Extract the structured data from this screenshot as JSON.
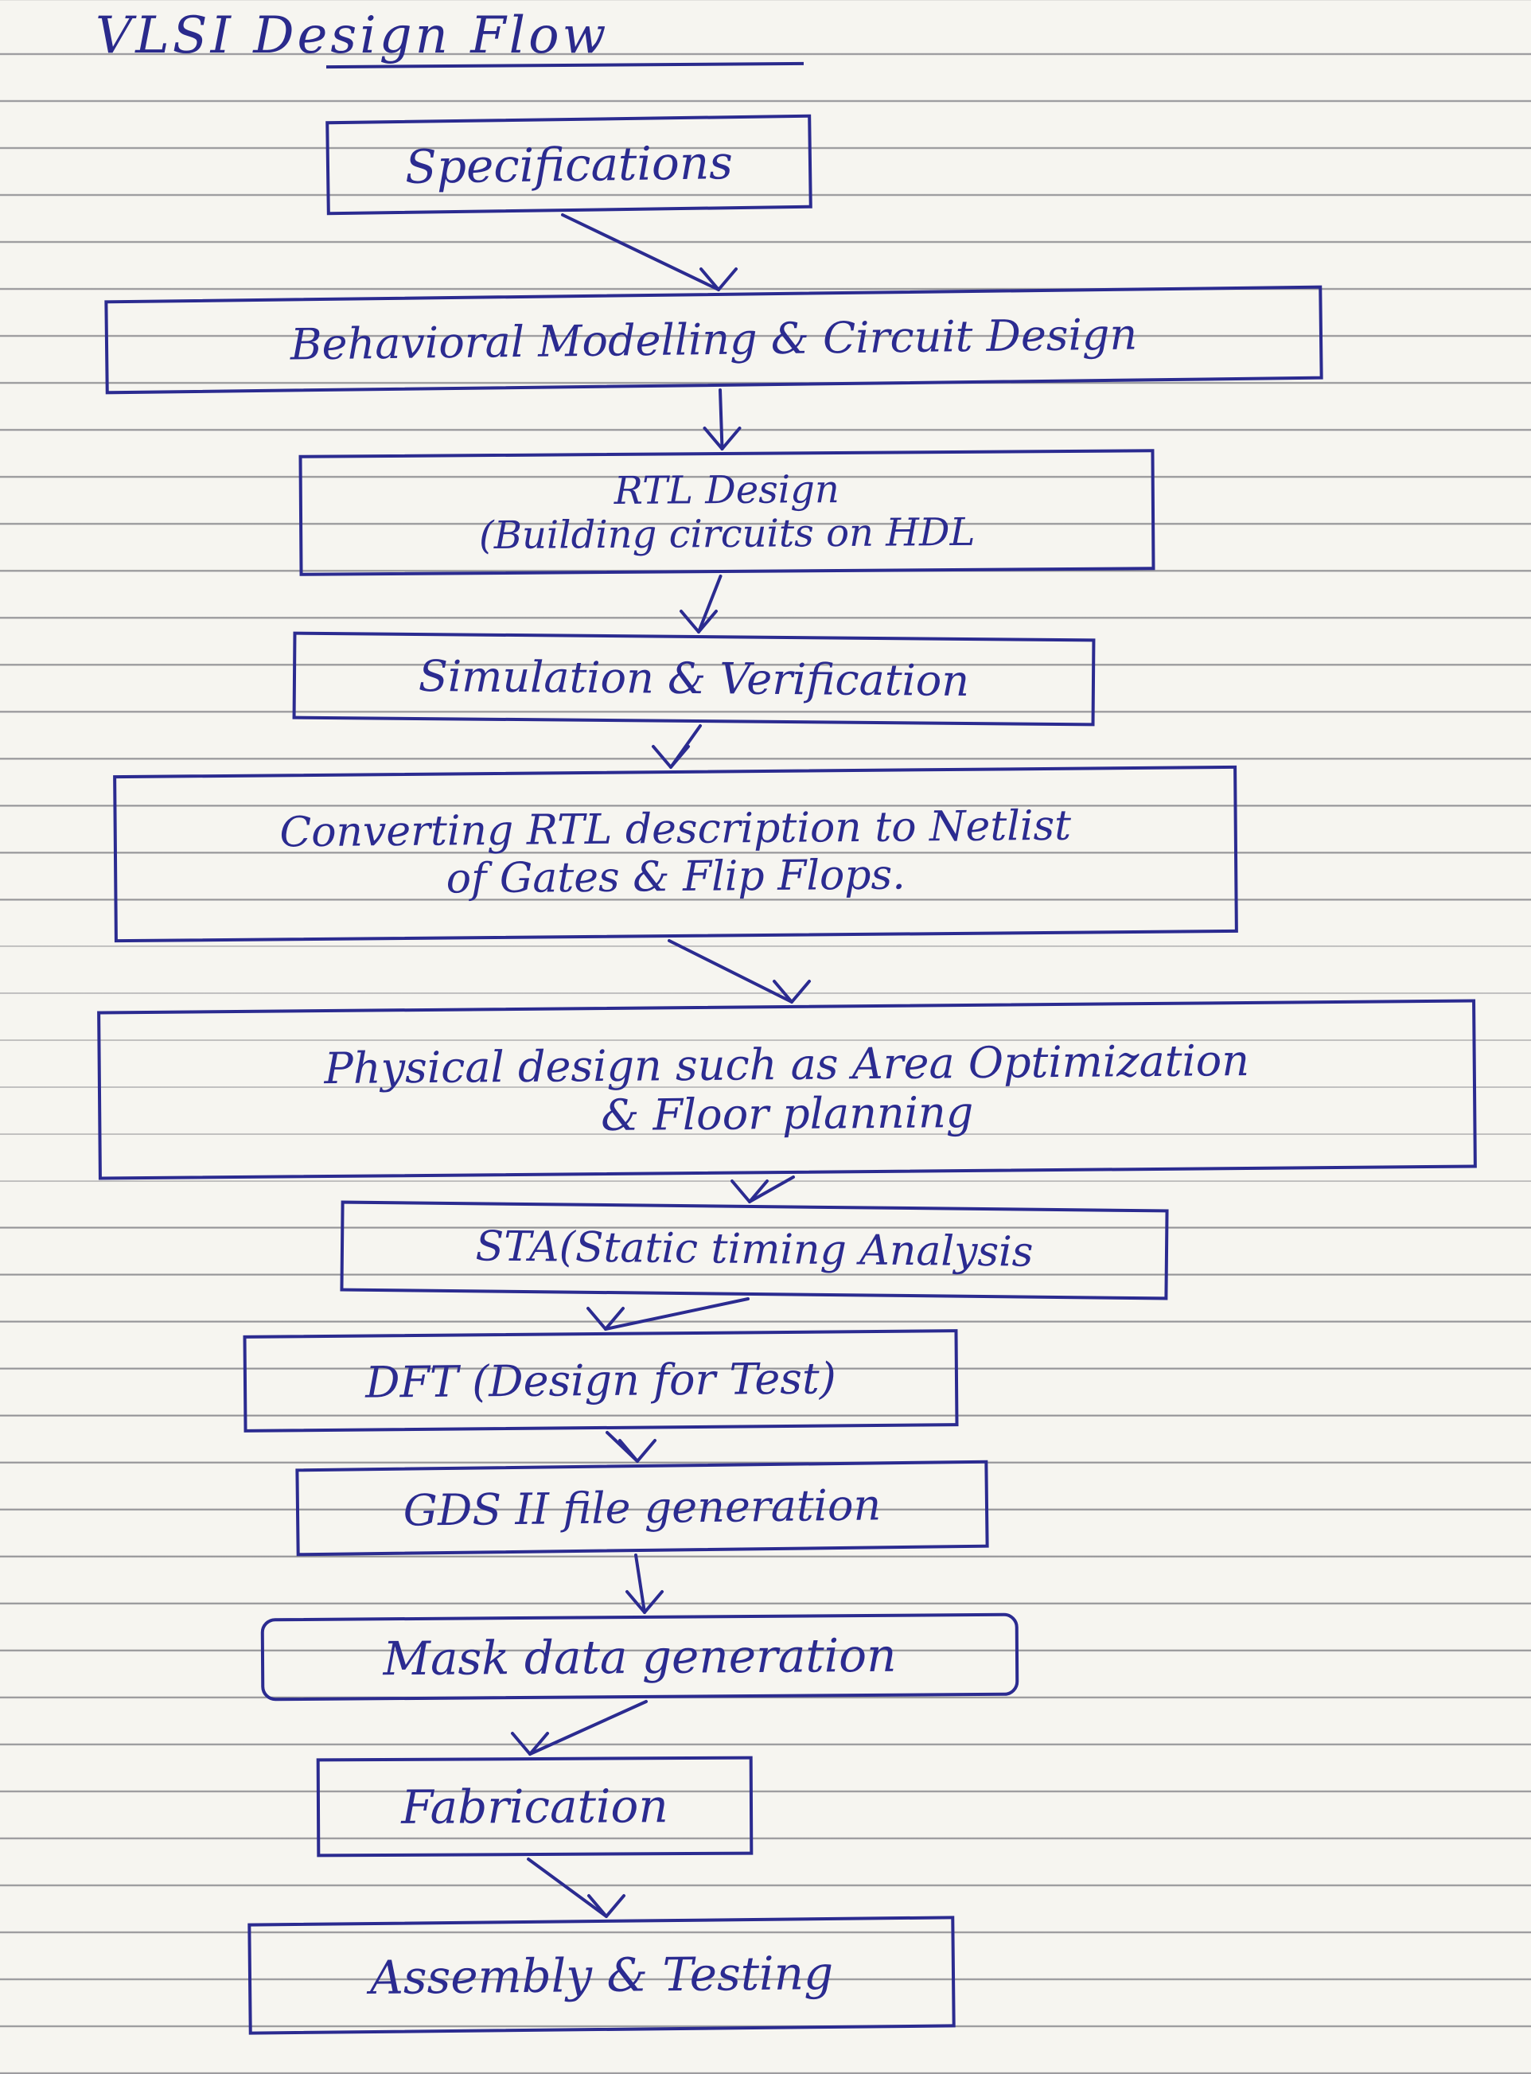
{
  "title": "VLSI Design Flow",
  "steps": [
    {
      "lines": [
        "Specifications"
      ]
    },
    {
      "lines": [
        "Behavioral Modelling & Circuit Design"
      ]
    },
    {
      "lines": [
        "RTL Design",
        "(Building circuits on HDL"
      ]
    },
    {
      "lines": [
        "Simulation & Verification"
      ]
    },
    {
      "lines": [
        "Converting RTL description to Netlist",
        "of Gates & Flip Flops."
      ]
    },
    {
      "lines": [
        "Physical design such as Area Optimization",
        "& Floor planning"
      ]
    },
    {
      "lines": [
        "STA(Static timing Analysis"
      ]
    },
    {
      "lines": [
        "DFT (Design for Test)"
      ]
    },
    {
      "lines": [
        "GDS II file generation"
      ]
    },
    {
      "lines": [
        "Mask data generation"
      ]
    },
    {
      "lines": [
        "Fabrication"
      ]
    },
    {
      "lines": [
        "Assembly & Testing"
      ]
    }
  ],
  "colors": {
    "ink": "#2b2b90",
    "paper": "#f6f5f0",
    "rule": "#46464f"
  },
  "edges": [
    [
      "step-1",
      "step-2"
    ],
    [
      "step-2",
      "step-3"
    ],
    [
      "step-3",
      "step-4"
    ],
    [
      "step-4",
      "step-5"
    ],
    [
      "step-5",
      "step-6"
    ],
    [
      "step-6",
      "step-7"
    ],
    [
      "step-7",
      "step-8"
    ],
    [
      "step-8",
      "step-9"
    ],
    [
      "step-9",
      "step-10"
    ],
    [
      "step-10",
      "step-11"
    ],
    [
      "step-11",
      "step-12"
    ]
  ]
}
